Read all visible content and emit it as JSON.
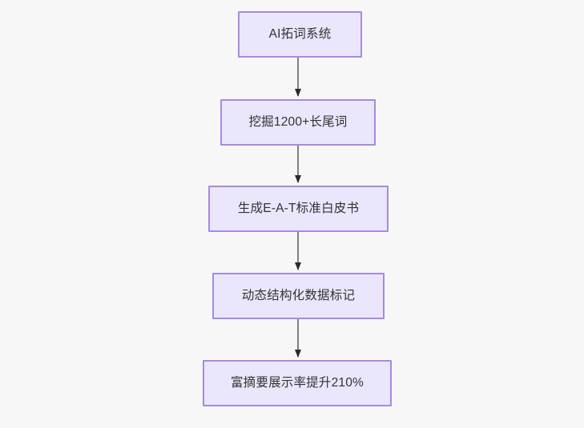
{
  "diagram": {
    "type": "flowchart",
    "direction": "top-to-bottom",
    "background_color": "#f7f7f7",
    "node_fill_color": "#eae6fb",
    "node_border_color": "#a78bdb",
    "node_text_color": "#333333",
    "edge_color": "#808080",
    "arrowhead_color": "#2b2b2b",
    "nodes": [
      {
        "id": "n0",
        "label": "AI拓词系统"
      },
      {
        "id": "n1",
        "label": "挖掘1200+长尾词"
      },
      {
        "id": "n2",
        "label": "生成E-A-T标准白皮书"
      },
      {
        "id": "n3",
        "label": "动态结构化数据标记"
      },
      {
        "id": "n4",
        "label": "富摘要展示率提升210%"
      }
    ],
    "edges": [
      {
        "from": "n0",
        "to": "n1",
        "label": ""
      },
      {
        "from": "n1",
        "to": "n2",
        "label": ""
      },
      {
        "from": "n2",
        "to": "n3",
        "label": ""
      },
      {
        "from": "n3",
        "to": "n4",
        "label": ""
      }
    ]
  }
}
